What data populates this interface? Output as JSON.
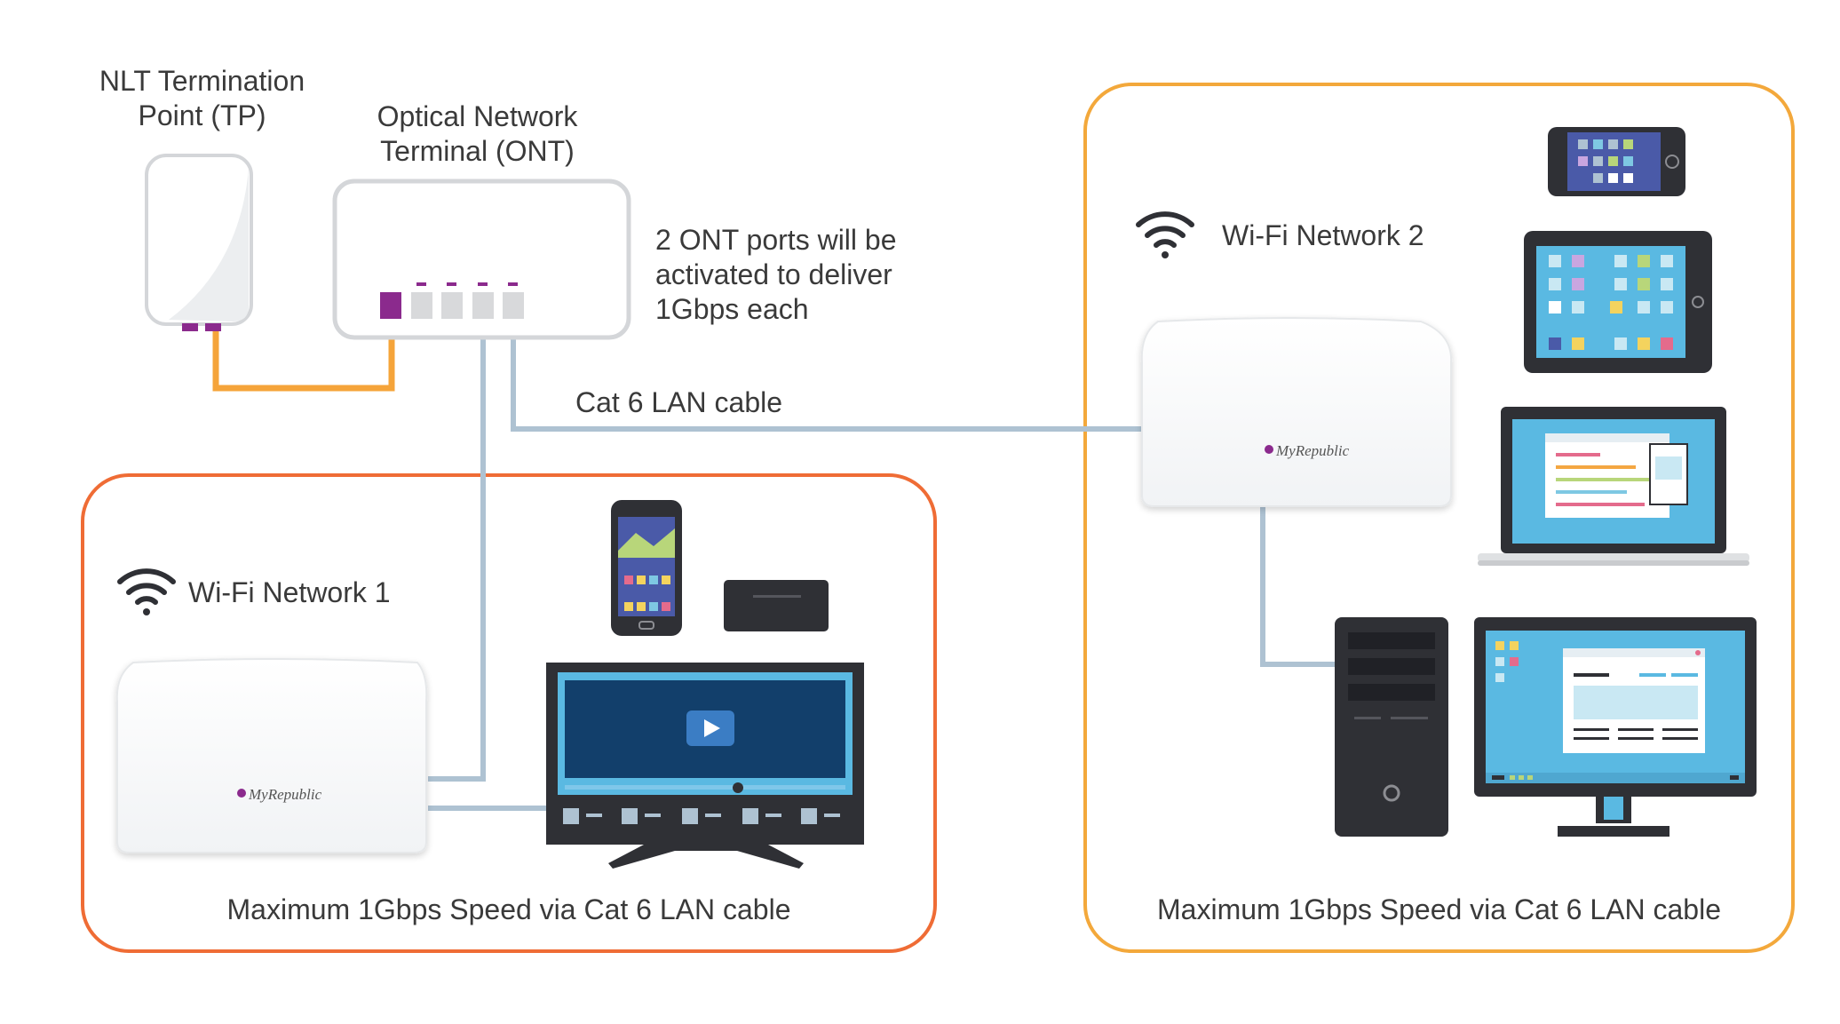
{
  "tp": {
    "label_line1": "NLT Termination",
    "label_line2": "Point (TP)"
  },
  "ont": {
    "label_line1": "Optical Network",
    "label_line2": "Terminal (ONT)",
    "note_line1": "2 ONT ports will be",
    "note_line2": "activated to deliver",
    "note_line3": "1Gbps each"
  },
  "cable_label": "Cat 6 LAN cable",
  "network1": {
    "title": "Wi-Fi Network 1",
    "footer": "Maximum 1Gbps Speed via Cat 6 LAN cable",
    "router_brand": "MyRepublic"
  },
  "network2": {
    "title": "Wi-Fi Network 2",
    "footer": "Maximum 1Gbps Speed via Cat 6 LAN cable",
    "router_brand": "MyRepublic"
  },
  "icons": {
    "wifi": "wifi-icon",
    "play": "play-icon"
  },
  "colors": {
    "network1_border": "#ef6c35",
    "network2_border": "#f3a83b",
    "fiber_cable": "#f5a43a",
    "lan_cable": "#aec2d2",
    "active_port": "#8b2a8d",
    "device_dark": "#2f3035",
    "screen_blue": "#5ab9e2"
  }
}
